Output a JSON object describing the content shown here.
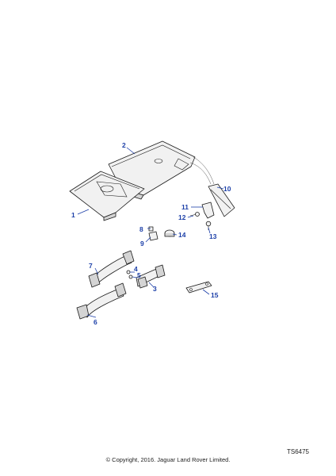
{
  "diagram": {
    "code": "TS6475",
    "copyright": "© Copyright, 2016. Jaguar Land Rover Limited.",
    "accent_color": "#1c3fa8",
    "callouts": {
      "c1": "1",
      "c2": "2",
      "c3": "3",
      "c4": "4",
      "c5": "5",
      "c6": "6",
      "c7": "7",
      "c8": "8",
      "c9": "9",
      "c10": "10",
      "c11": "11",
      "c12": "12",
      "c13": "13",
      "c14": "14",
      "c15": "15"
    }
  }
}
